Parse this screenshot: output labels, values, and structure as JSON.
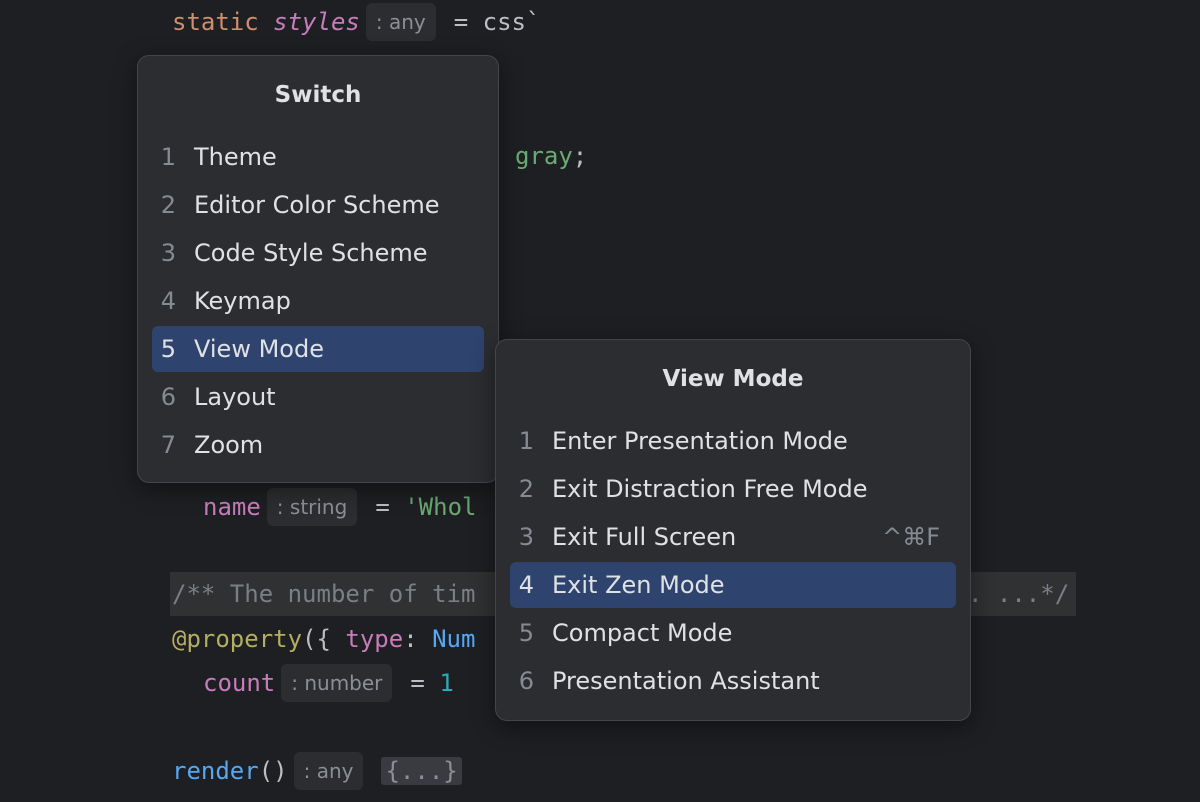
{
  "editor": {
    "line1": {
      "kw": "static",
      "field": "styles",
      "hint": ": any",
      "rest": "= css`"
    },
    "line_gray": {
      "value": "gray",
      "semi": ";"
    },
    "line_name": {
      "field": "name",
      "hint": ": string",
      "rest": "= ",
      "str": "'Whol"
    },
    "line_comment": {
      "left": "/** The number of tim",
      "right": ". ...*/"
    },
    "line_property": {
      "decorator": "@property",
      "open": "({ ",
      "key": "type",
      "colon": ": ",
      "cls": "Num"
    },
    "line_count": {
      "field": "count",
      "hint": ": number",
      "eq": "= ",
      "num": "1"
    },
    "line_render": {
      "fn": "render",
      "parens": "()",
      "hint": ": any",
      "fold": "{...}"
    }
  },
  "switch_popup": {
    "title": "Switch",
    "items": [
      {
        "n": "1",
        "label": "Theme"
      },
      {
        "n": "2",
        "label": "Editor Color Scheme"
      },
      {
        "n": "3",
        "label": "Code Style Scheme"
      },
      {
        "n": "4",
        "label": "Keymap"
      },
      {
        "n": "5",
        "label": "View Mode"
      },
      {
        "n": "6",
        "label": "Layout"
      },
      {
        "n": "7",
        "label": "Zoom"
      }
    ],
    "selected_index": 4
  },
  "view_mode_popup": {
    "title": "View Mode",
    "items": [
      {
        "n": "1",
        "label": "Enter Presentation Mode",
        "shortcut": ""
      },
      {
        "n": "2",
        "label": "Exit Distraction Free Mode",
        "shortcut": ""
      },
      {
        "n": "3",
        "label": "Exit Full Screen",
        "shortcut": "^⌘F"
      },
      {
        "n": "4",
        "label": "Exit Zen Mode",
        "shortcut": ""
      },
      {
        "n": "5",
        "label": "Compact Mode",
        "shortcut": ""
      },
      {
        "n": "6",
        "label": "Presentation Assistant",
        "shortcut": ""
      }
    ],
    "selected_index": 3
  },
  "colors": {
    "background": "#1e1f22",
    "popup_bg": "#2b2d30",
    "selection": "#2e436e",
    "keyword": "#cf8e6d",
    "field": "#c77dbb",
    "string": "#6aab73",
    "number": "#2aacb8",
    "function": "#56a8f5",
    "decorator": "#b3ae60"
  }
}
